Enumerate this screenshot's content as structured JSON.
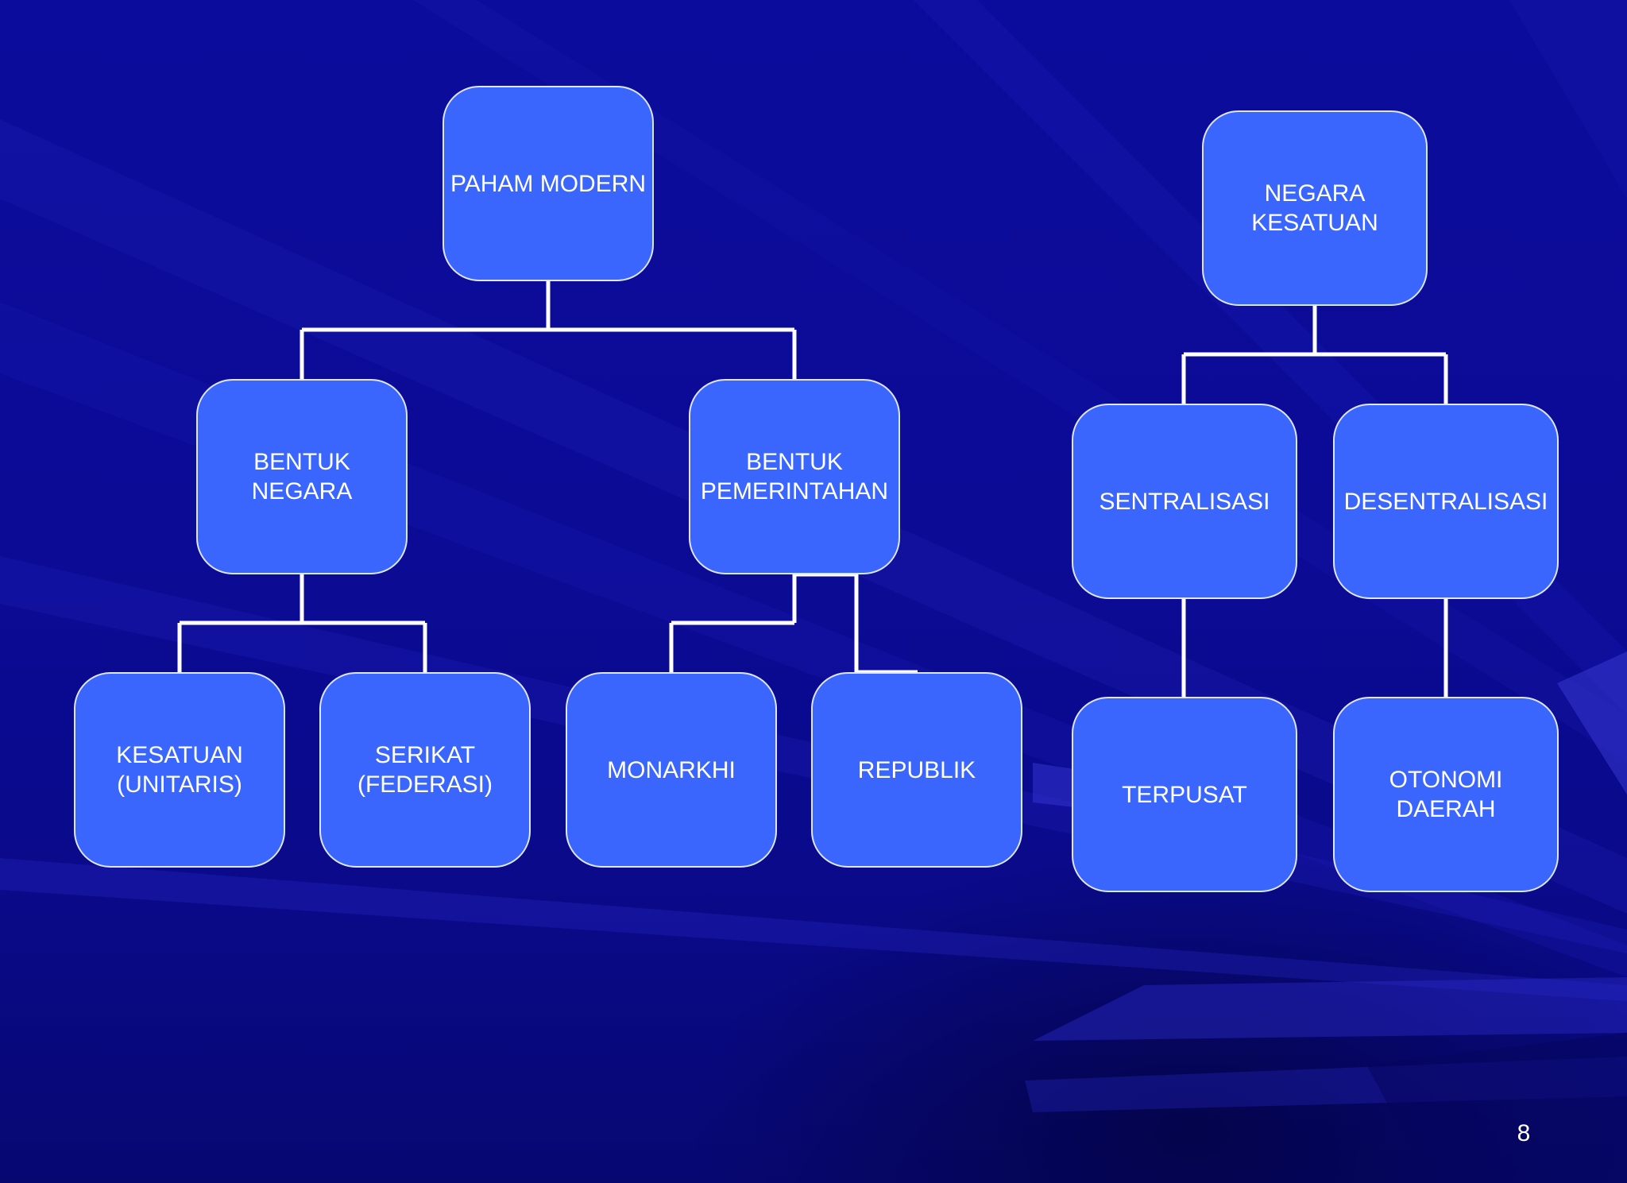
{
  "diagram": {
    "left_tree": {
      "root": "PAHAM MODERN",
      "branches": [
        {
          "label": "BENTUK\nNEGARA",
          "children": [
            "KESATUAN\n(UNITARIS)",
            "SERIKAT\n(FEDERASI)"
          ]
        },
        {
          "label": "BENTUK\nPEMERINTAHAN",
          "children": [
            "MONARKHI",
            "REPUBLIK"
          ]
        }
      ]
    },
    "right_tree": {
      "root": "NEGARA\nKESATUAN",
      "branches": [
        {
          "label": "SENTRALISASI",
          "children": [
            "TERPUSAT"
          ]
        },
        {
          "label": "DESENTRALISASI",
          "children": [
            "OTONOMI\nDAERAH"
          ]
        }
      ]
    }
  },
  "page_number": "8",
  "colors": {
    "background": "#0b0b96",
    "node_fill": "#3a66fd",
    "node_border": "#dfe6ff",
    "connector": "#ffffff",
    "text": "#ffffff"
  }
}
